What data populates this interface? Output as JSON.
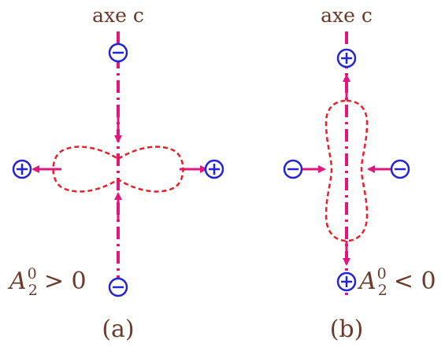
{
  "panel_a": {
    "axis_title": "axe c",
    "condition": {
      "symbol": "A",
      "superscript": "0",
      "subscript": "2",
      "operator": "> 0"
    },
    "label": "(a)",
    "charges": {
      "top": "⊖",
      "bottom": "⊖",
      "left": "⊕",
      "right": "⊕"
    }
  },
  "panel_b": {
    "axis_title": "axe c",
    "condition": {
      "symbol": "A",
      "superscript": "0",
      "subscript": "2",
      "operator": "< 0"
    },
    "label": "(b)",
    "charges": {
      "top": "⊕",
      "bottom": "⊕",
      "left": "⊖",
      "right": "⊖"
    }
  },
  "colors": {
    "axis": "#e0177f",
    "arrow": "#e0177f",
    "charge": "#2323d8",
    "shape": "#e8202a",
    "text": "#6b3a2a"
  }
}
